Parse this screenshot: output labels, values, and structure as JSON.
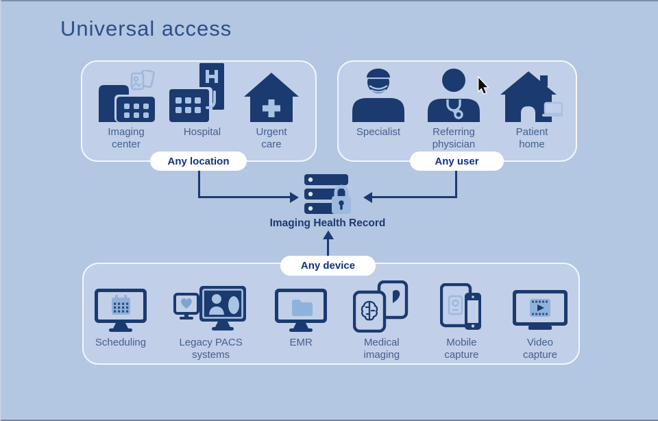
{
  "title": "Universal access",
  "colors": {
    "background": "#b3c6e2",
    "panel_fill": "#c1cfe8",
    "panel_border": "#f4f7fc",
    "navy": "#1b3a6f",
    "icon_light": "#a9c3e3",
    "icon_mid": "#8fb2dc",
    "lock_light": "#9db9de",
    "label_text": "#44608d",
    "pill_bg": "#ffffff",
    "pill_text": "#11317a",
    "title_text": "#2d4f86"
  },
  "center": {
    "label": "Imaging Health Record",
    "icon": "secure-server-icon"
  },
  "groups": [
    {
      "id": "any-location",
      "pill_label": "Any location",
      "items": [
        {
          "label": "Imaging center",
          "icon": "imaging-center-icon"
        },
        {
          "label": "Hospital",
          "icon": "hospital-icon"
        },
        {
          "label": "Urgent care",
          "icon": "urgent-care-icon"
        }
      ]
    },
    {
      "id": "any-user",
      "pill_label": "Any user",
      "items": [
        {
          "label": "Specialist",
          "icon": "specialist-icon"
        },
        {
          "label": "Referring physician",
          "icon": "referring-physician-icon"
        },
        {
          "label": "Patient home",
          "icon": "patient-home-icon"
        }
      ]
    },
    {
      "id": "any-device",
      "pill_label": "Any device",
      "items": [
        {
          "label": "Scheduling",
          "icon": "scheduling-icon"
        },
        {
          "label": "Legacy PACS systems",
          "icon": "legacy-pacs-icon"
        },
        {
          "label": "EMR",
          "icon": "emr-icon"
        },
        {
          "label": "Medical imaging",
          "icon": "medical-imaging-icon"
        },
        {
          "label": "Mobile capture",
          "icon": "mobile-capture-icon"
        },
        {
          "label": "Video capture",
          "icon": "video-capture-icon"
        }
      ]
    }
  ],
  "cursor": {
    "type": "arrow-pointer"
  }
}
